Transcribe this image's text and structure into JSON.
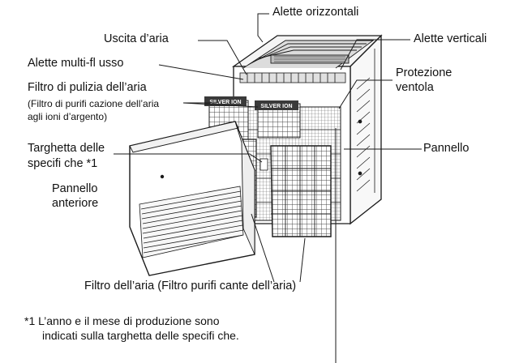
{
  "labels": {
    "alette_orizzontali": "Alette orizzontali",
    "uscita_aria": "Uscita d’aria",
    "alette_verticali": "Alette verticali",
    "alette_multiflusso": "Alette multi-fl usso",
    "protezione_line1": "Protezione",
    "protezione_line2": "ventola",
    "filtro_pulizia": "Filtro di pulizia dell’aria",
    "filtro_pulizia_sub1": "(Filtro di purifi cazione dell’aria",
    "filtro_pulizia_sub2": "agli ioni d’argento)",
    "targhetta_line1": "Targhetta delle",
    "targhetta_line2": "specifi che *1",
    "pannello": "Pannello",
    "pannello_anteriore_line1": "Pannello",
    "pannello_anteriore_line2": "anteriore",
    "filtro_aria": "Filtro dell’aria (Filtro purifi cante dell’aria)"
  },
  "footnote": {
    "line1": "*1 L’anno e il mese di produzione sono",
    "line2": "indicati sulla targhetta delle specifi che."
  },
  "filter_tags": [
    "SILVER ION",
    "SILVER ION"
  ],
  "colors": {
    "line": "#1a1a1a",
    "text": "#111111",
    "filter_tag": "#3a3a3a"
  }
}
